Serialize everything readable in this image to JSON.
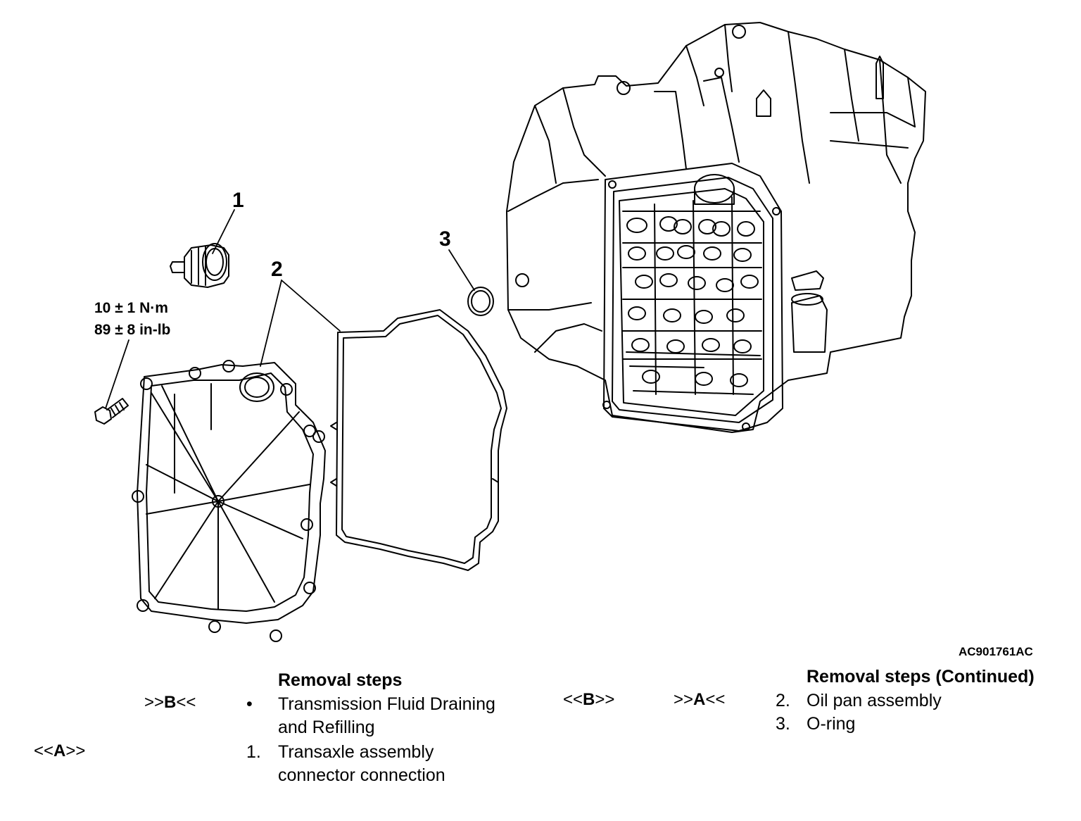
{
  "callouts": [
    "1",
    "2",
    "3"
  ],
  "torque": {
    "metric": "10 ± 1 N·m",
    "imperial": "89 ± 8 in-lb"
  },
  "figure_id": "AC901761AC",
  "removal_left": {
    "header": "Removal steps",
    "mark_b": {
      "open": ">>",
      "letter": "B",
      "close": "<<"
    },
    "mark_a": {
      "open": "<<",
      "letter": "A",
      "close": ">>"
    },
    "items": [
      {
        "num": "•",
        "line1": "Transmission Fluid Draining",
        "line2": "and Refilling"
      },
      {
        "num": "1.",
        "line1": "Transaxle assembly",
        "line2": "connector connection"
      }
    ]
  },
  "removal_right": {
    "header": "Removal steps (Continued)",
    "mark_b": {
      "open": "<<",
      "letter": "B",
      "close": ">>"
    },
    "mark_a": {
      "open": ">>",
      "letter": "A",
      "close": "<<"
    },
    "items": [
      {
        "num": "2.",
        "text": "Oil pan assembly"
      },
      {
        "num": "3.",
        "text": "O-ring"
      }
    ]
  }
}
